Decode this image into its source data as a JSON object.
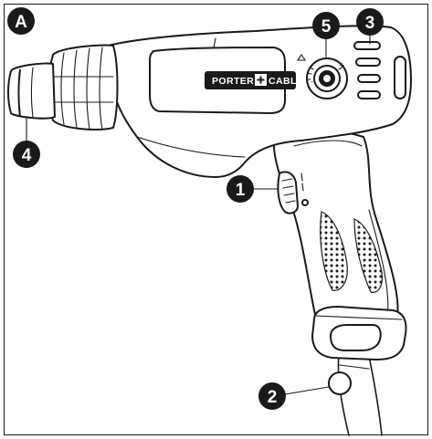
{
  "figure": {
    "panel_label": "A",
    "brand_name": "PORTER",
    "brand_name_2": "CABLE"
  },
  "callouts": [
    {
      "id": "1",
      "label": "1"
    },
    {
      "id": "2",
      "label": "2"
    },
    {
      "id": "3",
      "label": "3"
    },
    {
      "id": "4",
      "label": "4"
    },
    {
      "id": "5",
      "label": "5"
    }
  ],
  "colors": {
    "ink": "#1a1a1a",
    "paper": "#ffffff"
  }
}
